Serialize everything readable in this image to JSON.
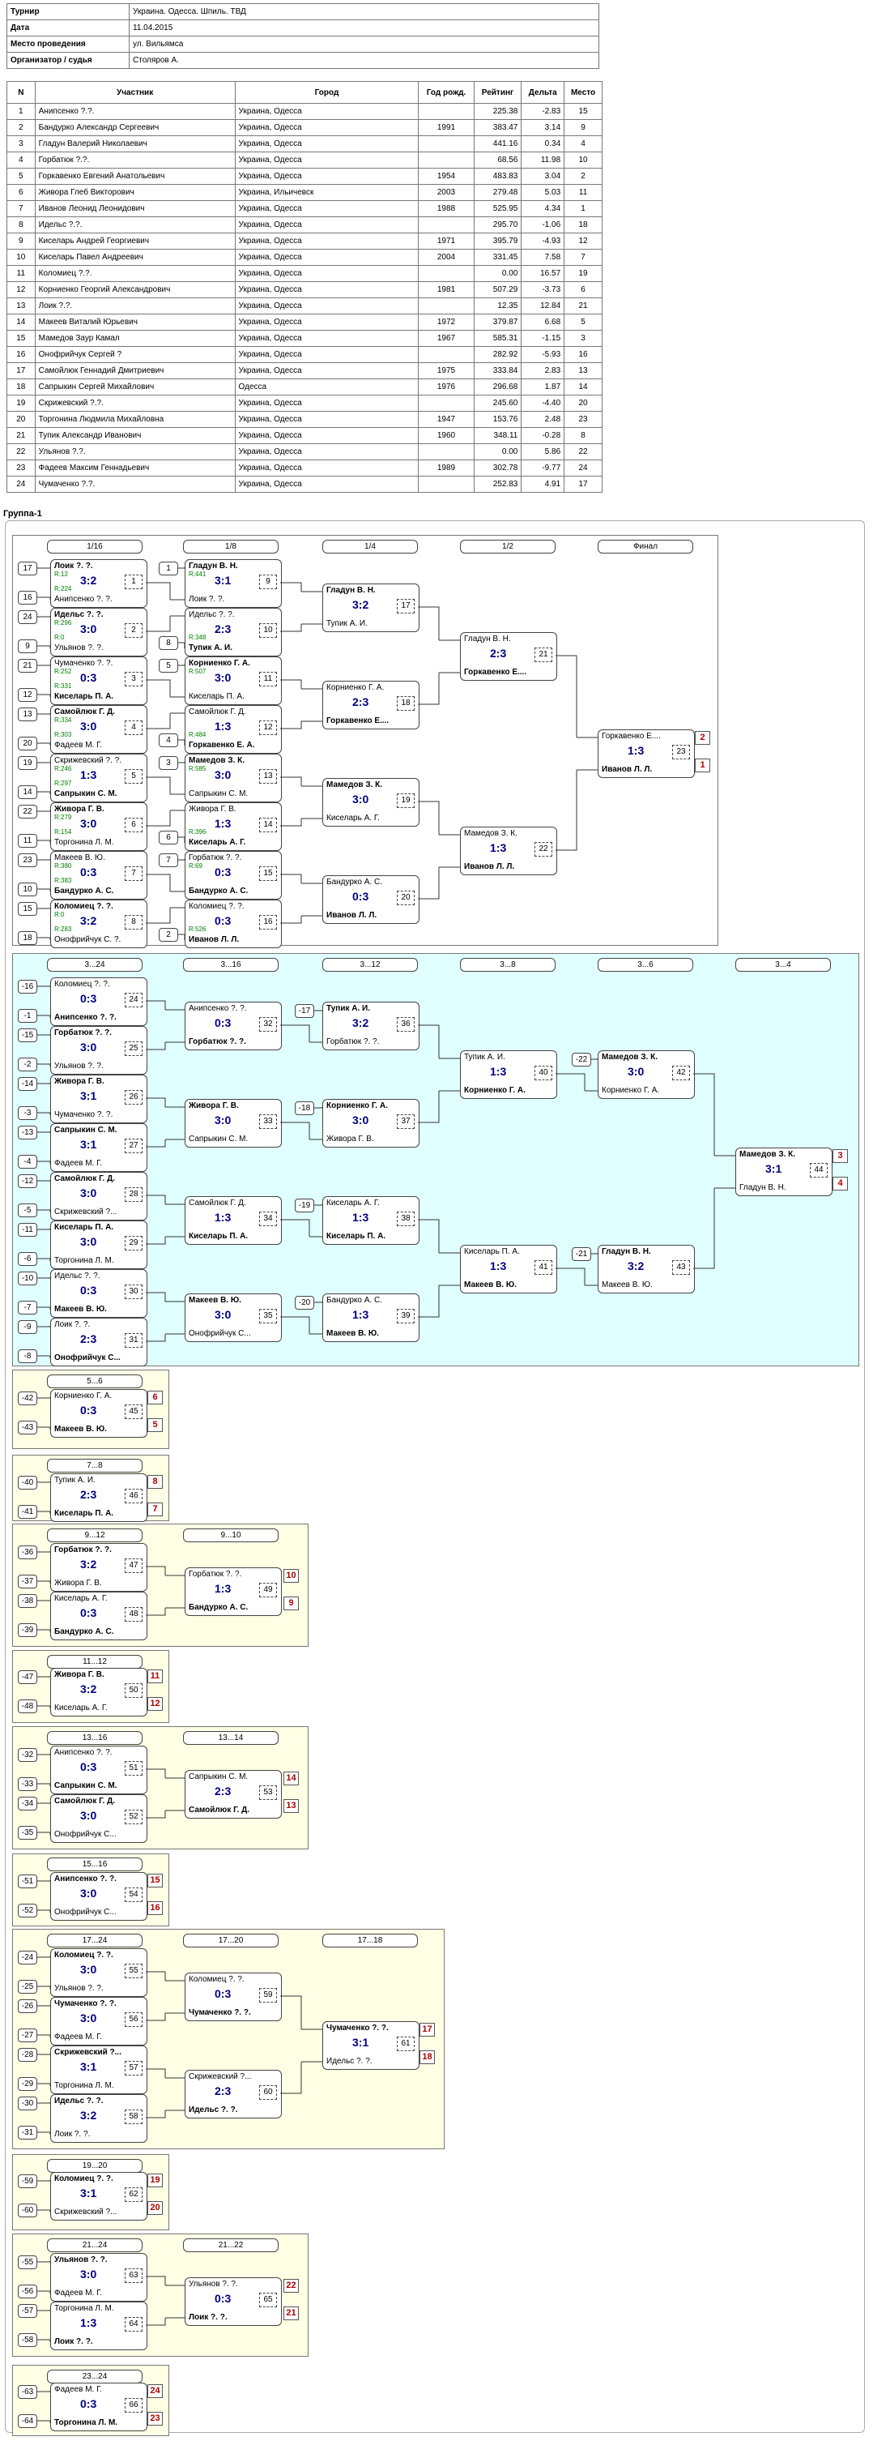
{
  "info": [
    {
      "k": "Турнир",
      "v": "Украина. Одесса. Шпиль. ТВД"
    },
    {
      "k": "Дата",
      "v": "11.04.2015"
    },
    {
      "k": "Место проведения",
      "v": "ул. Вильямса"
    },
    {
      "k": "Организатор / судья",
      "v": "Столяров А."
    }
  ],
  "table_headers": [
    "N",
    "Участник",
    "Город",
    "Год рожд.",
    "Рейтинг",
    "Дельта",
    "Место"
  ],
  "players": [
    [
      "1",
      "Анипсенко ?.?.",
      "Украина, Одесса",
      "",
      "225.38",
      "-2.83",
      "15"
    ],
    [
      "2",
      "Бандурко Александр Сергеевич",
      "Украина, Одесса",
      "1991",
      "383.47",
      "3.14",
      "9"
    ],
    [
      "3",
      "Гладун Валерий Николаевич",
      "Украина, Одесса",
      "",
      "441.16",
      "0.34",
      "4"
    ],
    [
      "4",
      "Горбатюк ?.?.",
      "Украина, Одесса",
      "",
      "68.56",
      "11.98",
      "10"
    ],
    [
      "5",
      "Горкавенко Евгений Анатольевич",
      "Украина, Одесса",
      "1954",
      "483.83",
      "3.04",
      "2"
    ],
    [
      "6",
      "Живора Глеб Викторович",
      "Украина, Ильичевск",
      "2003",
      "279.48",
      "5.03",
      "11"
    ],
    [
      "7",
      "Иванов Леонид Леонидович",
      "Украина, Одесса",
      "1988",
      "525.95",
      "4.34",
      "1"
    ],
    [
      "8",
      "Идельс ?.?.",
      "Украина, Одесса",
      "",
      "295.70",
      "-1.06",
      "18"
    ],
    [
      "9",
      "Киселарь Андрей Георгиевич",
      "Украина, Одесса",
      "1971",
      "395.79",
      "-4.93",
      "12"
    ],
    [
      "10",
      "Киселарь Павел Андреевич",
      "Украина, Одесса",
      "2004",
      "331.45",
      "7.58",
      "7"
    ],
    [
      "11",
      "Коломиец ?.?.",
      "Украина, Одесса",
      "",
      "0.00",
      "16.57",
      "19"
    ],
    [
      "12",
      "Корниенко Георгий Александрович",
      "Украина, Одесса",
      "1981",
      "507.29",
      "-3.73",
      "6"
    ],
    [
      "13",
      "Лоик ?.?.",
      "Украина, Одесса",
      "",
      "12.35",
      "12.84",
      "21"
    ],
    [
      "14",
      "Макеев Виталий Юрьевич",
      "Украина, Одесса",
      "1972",
      "379.87",
      "6.68",
      "5"
    ],
    [
      "15",
      "Мамедов Заур Камал",
      "Украина, Одесса",
      "1967",
      "585.31",
      "-1.15",
      "3"
    ],
    [
      "16",
      "Онофрийчук Сергей ?",
      "Украина, Одесса",
      "",
      "282.92",
      "-5.93",
      "16"
    ],
    [
      "17",
      "Самойлюк Геннадий Дмитриевич",
      "Украина, Одесса",
      "1975",
      "333.84",
      "2.83",
      "13"
    ],
    [
      "18",
      "Сапрыкин Сергей Михайлович",
      "Одесса",
      "1976",
      "296.68",
      "1.87",
      "14"
    ],
    [
      "19",
      "Скрижевский ?.?.",
      "Украина, Одесса",
      "",
      "245.60",
      "-4.40",
      "20"
    ],
    [
      "20",
      "Торгонина Людмила Михайловна",
      "Украина, Одесса",
      "1947",
      "153.76",
      "2.48",
      "23"
    ],
    [
      "21",
      "Тупик Александр Иванович",
      "Украина, Одесса",
      "1960",
      "348.11",
      "-0.28",
      "8"
    ],
    [
      "22",
      "Ульянов ?.?.",
      "Украина, Одесса",
      "",
      "0.00",
      "5.86",
      "22"
    ],
    [
      "23",
      "Фадеев Максим Геннадьевич",
      "Украина, Одесса",
      "1989",
      "302.78",
      "-9.77",
      "24"
    ],
    [
      "24",
      "Чумаченко ?.?.",
      "Украина, Одесса",
      "",
      "252.83",
      "4.91",
      "17"
    ]
  ],
  "group_title": "Группа-1",
  "labels": [
    "1/16",
    "1/8",
    "1/4",
    "1/2",
    "Финал",
    "3...24",
    "3...16",
    "3...12",
    "3...8",
    "3...6",
    "3...4",
    "5...6",
    "7...8",
    "9...12",
    "9...10",
    "11...12",
    "13...16",
    "13...14",
    "15...16",
    "17...24",
    "17...20",
    "17...18",
    "19...20",
    "21...24",
    "21...22",
    "23...24"
  ],
  "seeds": [
    "17",
    "16",
    "24",
    "9",
    "21",
    "12",
    "13",
    "20",
    "19",
    "14",
    "22",
    "11",
    "23",
    "10",
    "15",
    "18",
    "1",
    "8",
    "5",
    "4",
    "3",
    "6",
    "7",
    "2",
    "-16",
    "-1",
    "-15",
    "-2",
    "-14",
    "-3",
    "-13",
    "-4",
    "-12",
    "-5",
    "-11",
    "-6",
    "-10",
    "-7",
    "-9",
    "-8",
    "-17",
    "-18",
    "-19",
    "-20",
    "-22",
    "-21",
    "-42",
    "-43",
    "-40",
    "-41",
    "-36",
    "-37",
    "-38",
    "-39",
    "-47",
    "-48",
    "-32",
    "-33",
    "-34",
    "-35",
    "-51",
    "-52",
    "-24",
    "-25",
    "-26",
    "-27",
    "-28",
    "-29",
    "-30",
    "-31",
    "-59",
    "-60",
    "-55",
    "-56",
    "-57",
    "-58",
    "-63",
    "-64"
  ],
  "places": [
    "2",
    "1",
    "3",
    "4",
    "6",
    "5",
    "8",
    "7",
    "10",
    "9",
    "11",
    "12",
    "14",
    "13",
    "15",
    "16",
    "17",
    "18",
    "19",
    "20",
    "22",
    "21",
    "24",
    "23"
  ],
  "matches": [
    {
      "n": "1",
      "p1": "Лоик ?. ?.",
      "p2": "Анипсенко ?. ?.",
      "s": "3:2",
      "w": 1,
      "r1": "R:12",
      "r2": "R:224"
    },
    {
      "n": "2",
      "p1": "Идельс ?. ?.",
      "p2": "Ульянов ?. ?.",
      "s": "3:0",
      "w": 1,
      "r1": "R:296",
      "r2": "R:0"
    },
    {
      "n": "3",
      "p1": "Чумаченко ?. ?.",
      "p2": "Киселарь П. А.",
      "s": "0:3",
      "w": 2,
      "r1": "R:252",
      "r2": "R:331"
    },
    {
      "n": "4",
      "p1": "Самойлюк Г. Д.",
      "p2": "Фадеев М. Г.",
      "s": "3:0",
      "w": 1,
      "r1": "R:334",
      "r2": "R:303"
    },
    {
      "n": "5",
      "p1": "Скрижевский ?. ?.",
      "p2": "Сапрыкин С. М.",
      "s": "1:3",
      "w": 2,
      "r1": "R:246",
      "r2": "R:297"
    },
    {
      "n": "6",
      "p1": "Живора Г. В.",
      "p2": "Торгонина Л. М.",
      "s": "3:0",
      "w": 1,
      "r1": "R:279",
      "r2": "R:154"
    },
    {
      "n": "7",
      "p1": "Макеев В. Ю.",
      "p2": "Бандурко А. С.",
      "s": "0:3",
      "w": 2,
      "r1": "R:380",
      "r2": "R:383"
    },
    {
      "n": "8",
      "p1": "Коломиец ?. ?.",
      "p2": "Онофрийчук С. ?.",
      "s": "3:2",
      "w": 1,
      "r1": "R:0",
      "r2": "R:283"
    },
    {
      "n": "9",
      "p1": "Гладун В. Н.",
      "p2": "Лоик ?. ?.",
      "s": "3:1",
      "w": 1,
      "r1": "R:441",
      "r2": ""
    },
    {
      "n": "10",
      "p1": "Идельс ?. ?.",
      "p2": "Тупик А. И.",
      "s": "2:3",
      "w": 2,
      "r1": "",
      "r2": "R:348"
    },
    {
      "n": "11",
      "p1": "Корниенко Г. А.",
      "p2": "Киселарь П. А.",
      "s": "3:0",
      "w": 1,
      "r1": "R:507",
      "r2": ""
    },
    {
      "n": "12",
      "p1": "Самойлюк Г. Д.",
      "p2": "Горкавенко Е. А.",
      "s": "1:3",
      "w": 2,
      "r1": "",
      "r2": "R:484"
    },
    {
      "n": "13",
      "p1": "Мамедов З. К.",
      "p2": "Сапрыкин С. М.",
      "s": "3:0",
      "w": 1,
      "r1": "R:585",
      "r2": ""
    },
    {
      "n": "14",
      "p1": "Живора Г. В.",
      "p2": "Киселарь А. Г.",
      "s": "1:3",
      "w": 2,
      "r1": "",
      "r2": "R:396"
    },
    {
      "n": "15",
      "p1": "Горбатюк ?. ?.",
      "p2": "Бандурко А. С.",
      "s": "0:3",
      "w": 2,
      "r1": "R:69",
      "r2": ""
    },
    {
      "n": "16",
      "p1": "Коломиец ?. ?.",
      "p2": "Иванов Л. Л.",
      "s": "0:3",
      "w": 2,
      "r1": "",
      "r2": "R:526"
    },
    {
      "n": "17",
      "p1": "Гладун В. Н.",
      "p2": "Тупик А. И.",
      "s": "3:2",
      "w": 1
    },
    {
      "n": "18",
      "p1": "Корниенко Г. А.",
      "p2": "Горкавенко Е....",
      "s": "2:3",
      "w": 2
    },
    {
      "n": "19",
      "p1": "Мамедов З. К.",
      "p2": "Киселарь А. Г.",
      "s": "3:0",
      "w": 1
    },
    {
      "n": "20",
      "p1": "Бандурко А. С.",
      "p2": "Иванов Л. Л.",
      "s": "0:3",
      "w": 2
    },
    {
      "n": "21",
      "p1": "Гладун В. Н.",
      "p2": "Горкавенко Е....",
      "s": "2:3",
      "w": 2
    },
    {
      "n": "22",
      "p1": "Мамедов З. К.",
      "p2": "Иванов Л. Л.",
      "s": "1:3",
      "w": 2
    },
    {
      "n": "23",
      "p1": "Горкавенко Е....",
      "p2": "Иванов Л. Л.",
      "s": "1:3",
      "w": 2
    },
    {
      "n": "24",
      "p1": "Коломиец ?. ?.",
      "p2": "Анипсенко ?. ?.",
      "s": "0:3",
      "w": 2
    },
    {
      "n": "25",
      "p1": "Горбатюк ?. ?.",
      "p2": "Ульянов ?. ?.",
      "s": "3:0",
      "w": 1
    },
    {
      "n": "26",
      "p1": "Живора Г. В.",
      "p2": "Чумаченко ?. ?.",
      "s": "3:1",
      "w": 1
    },
    {
      "n": "27",
      "p1": "Сапрыкин С. М.",
      "p2": "Фадеев М. Г.",
      "s": "3:1",
      "w": 1
    },
    {
      "n": "28",
      "p1": "Самойлюк Г. Д.",
      "p2": "Скрижевский ?...",
      "s": "3:0",
      "w": 1
    },
    {
      "n": "29",
      "p1": "Киселарь П. А.",
      "p2": "Торгонина Л. М.",
      "s": "3:0",
      "w": 1
    },
    {
      "n": "30",
      "p1": "Идельс ?. ?.",
      "p2": "Макеев В. Ю.",
      "s": "0:3",
      "w": 2
    },
    {
      "n": "31",
      "p1": "Лоик ?. ?.",
      "p2": "Онофрийчук С...",
      "s": "2:3",
      "w": 2
    },
    {
      "n": "32",
      "p1": "Анипсенко ?. ?.",
      "p2": "Горбатюк ?. ?.",
      "s": "0:3",
      "w": 2
    },
    {
      "n": "33",
      "p1": "Живора Г. В.",
      "p2": "Сапрыкин С. М.",
      "s": "3:0",
      "w": 1
    },
    {
      "n": "34",
      "p1": "Самойлюк Г. Д.",
      "p2": "Киселарь П. А.",
      "s": "1:3",
      "w": 2
    },
    {
      "n": "35",
      "p1": "Макеев В. Ю.",
      "p2": "Онофрийчук С...",
      "s": "3:0",
      "w": 1
    },
    {
      "n": "36",
      "p1": "Тупик А. И.",
      "p2": "Горбатюк ?. ?.",
      "s": "3:2",
      "w": 1
    },
    {
      "n": "37",
      "p1": "Корниенко Г. А.",
      "p2": "Живора Г. В.",
      "s": "3:0",
      "w": 1
    },
    {
      "n": "38",
      "p1": "Киселарь А. Г.",
      "p2": "Киселарь П. А.",
      "s": "1:3",
      "w": 2
    },
    {
      "n": "39",
      "p1": "Бандурко А. С.",
      "p2": "Макеев В. Ю.",
      "s": "1:3",
      "w": 2
    },
    {
      "n": "40",
      "p1": "Тупик А. И.",
      "p2": "Корниенко Г. А.",
      "s": "1:3",
      "w": 2
    },
    {
      "n": "41",
      "p1": "Киселарь П. А.",
      "p2": "Макеев В. Ю.",
      "s": "1:3",
      "w": 2
    },
    {
      "n": "42",
      "p1": "Мамедов З. К.",
      "p2": "Корниенко Г. А.",
      "s": "3:0",
      "w": 1
    },
    {
      "n": "43",
      "p1": "Гладун В. Н.",
      "p2": "Макеев В. Ю.",
      "s": "3:2",
      "w": 1
    },
    {
      "n": "44",
      "p1": "Мамедов З. К.",
      "p2": "Гладун В. Н.",
      "s": "3:1",
      "w": 1
    },
    {
      "n": "45",
      "p1": "Корниенко Г. А.",
      "p2": "Макеев В. Ю.",
      "s": "0:3",
      "w": 2
    },
    {
      "n": "46",
      "p1": "Тупик А. И.",
      "p2": "Киселарь П. А.",
      "s": "2:3",
      "w": 2
    },
    {
      "n": "47",
      "p1": "Горбатюк ?. ?.",
      "p2": "Живора Г. В.",
      "s": "3:2",
      "w": 1
    },
    {
      "n": "48",
      "p1": "Киселарь А. Г.",
      "p2": "Бандурко А. С.",
      "s": "0:3",
      "w": 2
    },
    {
      "n": "49",
      "p1": "Горбатюк ?. ?.",
      "p2": "Бандурко А. С.",
      "s": "1:3",
      "w": 2
    },
    {
      "n": "50",
      "p1": "Живора Г. В.",
      "p2": "Киселарь А. Г.",
      "s": "3:2",
      "w": 1
    },
    {
      "n": "51",
      "p1": "Анипсенко ?. ?.",
      "p2": "Сапрыкин С. М.",
      "s": "0:3",
      "w": 2
    },
    {
      "n": "52",
      "p1": "Самойлюк Г. Д.",
      "p2": "Онофрийчук С...",
      "s": "3:0",
      "w": 1
    },
    {
      "n": "53",
      "p1": "Сапрыкин С. М.",
      "p2": "Самойлюк Г. Д.",
      "s": "2:3",
      "w": 2
    },
    {
      "n": "54",
      "p1": "Анипсенко ?. ?.",
      "p2": "Онофрийчук С...",
      "s": "3:0",
      "w": 1
    },
    {
      "n": "55",
      "p1": "Коломиец ?. ?.",
      "p2": "Ульянов ?. ?.",
      "s": "3:0",
      "w": 1
    },
    {
      "n": "56",
      "p1": "Чумаченко ?. ?.",
      "p2": "Фадеев М. Г.",
      "s": "3:0",
      "w": 1
    },
    {
      "n": "57",
      "p1": "Скрижевский ?...",
      "p2": "Торгонина Л. М.",
      "s": "3:1",
      "w": 1
    },
    {
      "n": "58",
      "p1": "Идельс ?. ?.",
      "p2": "Лоик ?. ?.",
      "s": "3:2",
      "w": 1
    },
    {
      "n": "59",
      "p1": "Коломиец ?. ?.",
      "p2": "Чумаченко ?. ?.",
      "s": "0:3",
      "w": 2
    },
    {
      "n": "60",
      "p1": "Скрижевский ?...",
      "p2": "Идельс ?. ?.",
      "s": "2:3",
      "w": 2
    },
    {
      "n": "61",
      "p1": "Чумаченко ?. ?.",
      "p2": "Идельс ?. ?.",
      "s": "3:1",
      "w": 1
    },
    {
      "n": "62",
      "p1": "Коломиец ?. ?.",
      "p2": "Скрижевский ?...",
      "s": "3:1",
      "w": 1
    },
    {
      "n": "63",
      "p1": "Ульянов ?. ?.",
      "p2": "Фадеев М. Г.",
      "s": "3:0",
      "w": 1
    },
    {
      "n": "64",
      "p1": "Торгонина Л. М.",
      "p2": "Лоик ?. ?.",
      "s": "1:3",
      "w": 2
    },
    {
      "n": "65",
      "p1": "Ульянов ?. ?.",
      "p2": "Лоик ?. ?.",
      "s": "0:3",
      "w": 2
    },
    {
      "n": "66",
      "p1": "Фадеев М. Г.",
      "p2": "Торгонина Л. М.",
      "s": "0:3",
      "w": 2
    }
  ]
}
